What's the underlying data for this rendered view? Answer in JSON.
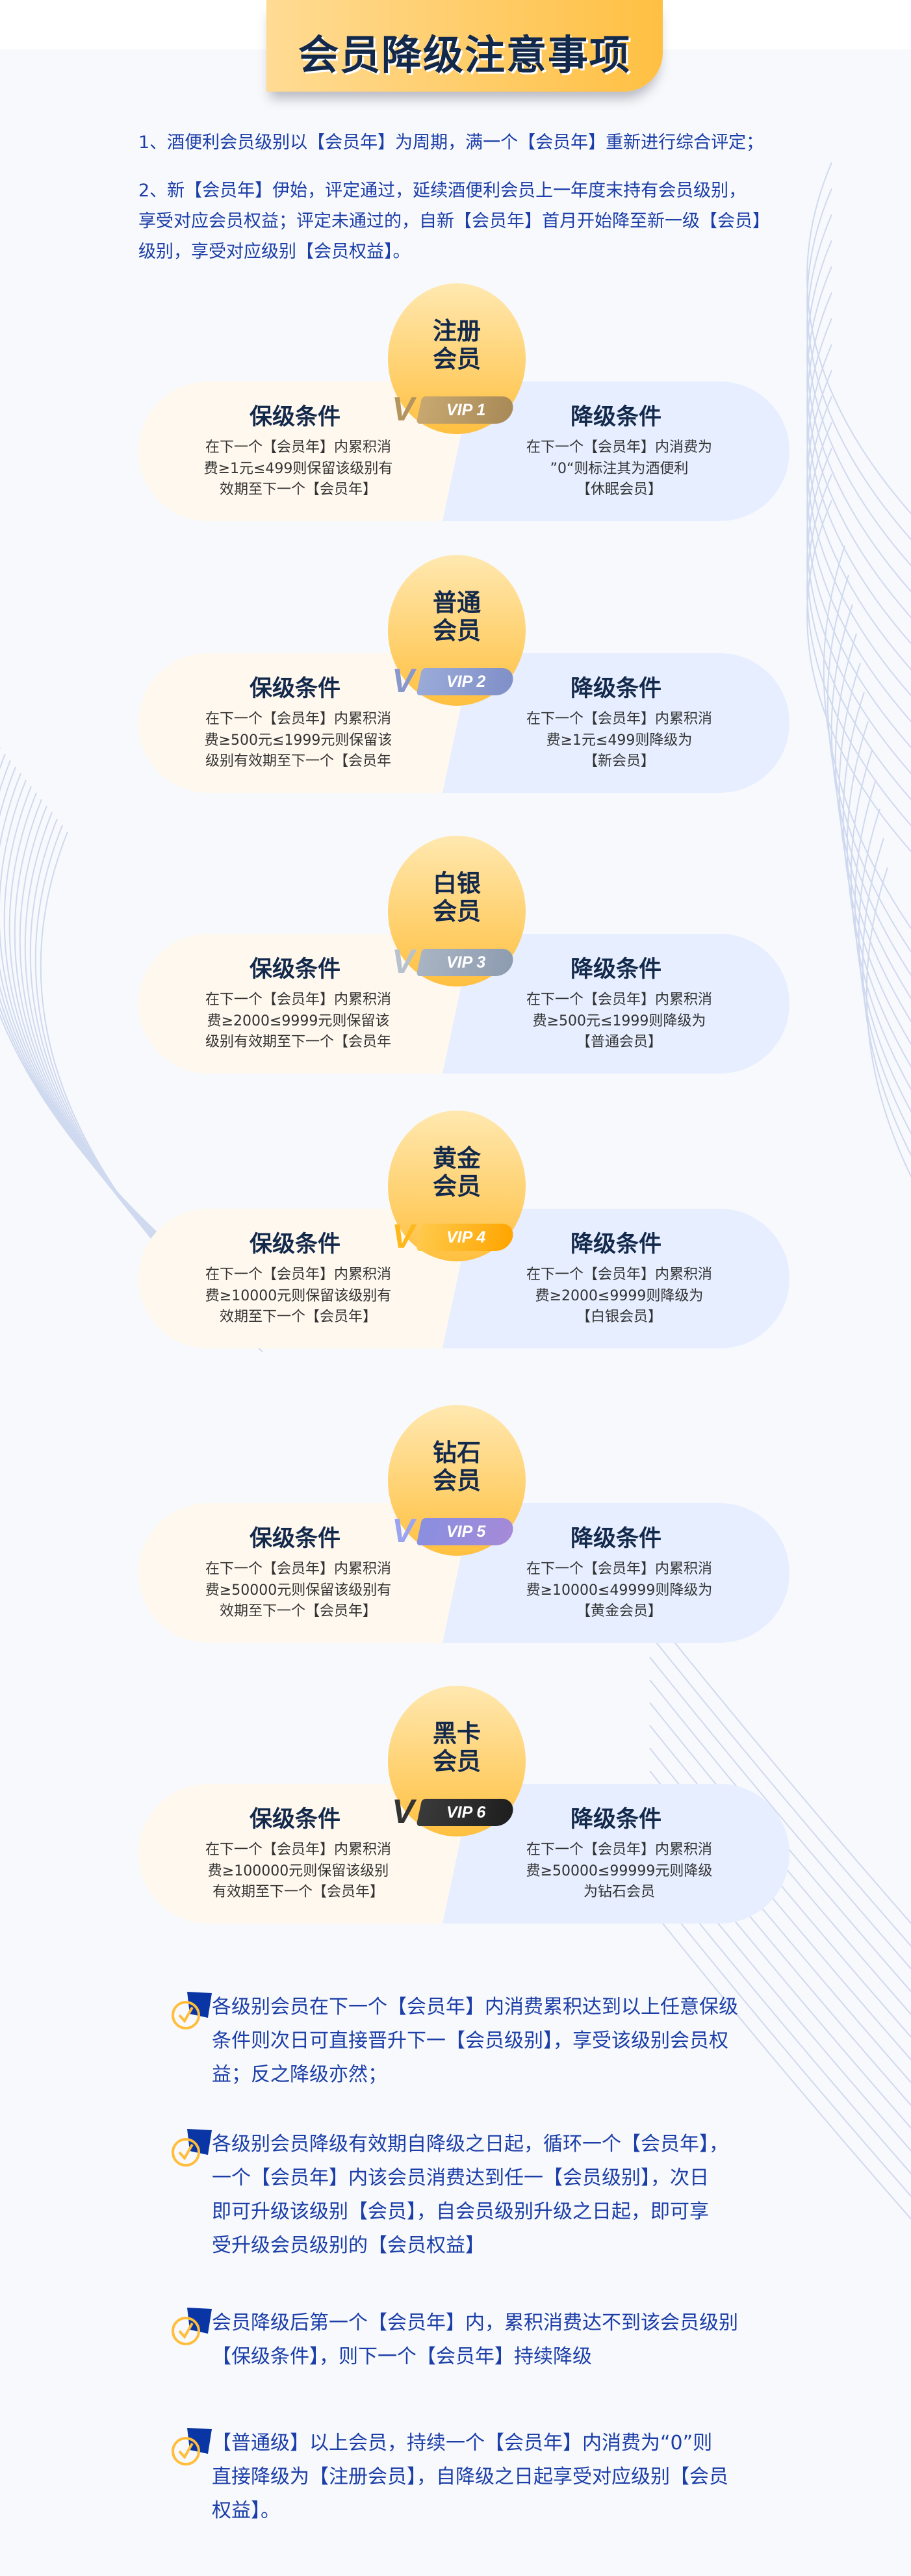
{
  "title": "会员降级注意事项",
  "intro": {
    "p1": [
      "1、酒便利会员级别以【会员年】为周期，满一个【会员年】重新进行综合评定；"
    ],
    "p2": [
      "2、新【会员年】伊始，评定通过，延续酒便利会员上一年度末持有会员级别，",
      "享受对应会员权益；评定未通过的，自新【会员年】首月开始降至新一级【会员】",
      "级别，享受对应级别【会员权益】。"
    ]
  },
  "keep_heading": "保级条件",
  "down_heading": "降级条件",
  "levels": [
    {
      "name": [
        "注册",
        "会员"
      ],
      "badge": "VIP 1",
      "keep": [
        "在下一个【会员年】内累积消",
        "费≥1元≤499则保留该级别有",
        "效期至下一个【会员年】"
      ],
      "down": [
        "在下一个【会员年】内消费为",
        "”0“则标注其为酒便利",
        "【休眠会员】"
      ]
    },
    {
      "name": [
        "普通",
        "会员"
      ],
      "badge": "VIP 2",
      "keep": [
        "在下一个【会员年】内累积消",
        "费≥500元≤1999元则保留该",
        "级别有效期至下一个【会员年"
      ],
      "down": [
        "在下一个【会员年】内累积消",
        "费≥1元≤499则降级为",
        "【新会员】"
      ]
    },
    {
      "name": [
        "白银",
        "会员"
      ],
      "badge": "VIP 3",
      "keep": [
        "在下一个【会员年】内累积消",
        "费≥2000≤9999元则保留该",
        "级别有效期至下一个【会员年"
      ],
      "down": [
        "在下一个【会员年】内累积消",
        "费≥500元≤1999则降级为",
        "【普通会员】"
      ]
    },
    {
      "name": [
        "黄金",
        "会员"
      ],
      "badge": "VIP 4",
      "keep": [
        "在下一个【会员年】内累积消",
        "费≥10000元则保留该级别有",
        "效期至下一个【会员年】"
      ],
      "down": [
        "在下一个【会员年】内累积消",
        "费≥2000≤9999则降级为",
        "【白银会员】"
      ]
    },
    {
      "name": [
        "钻石",
        "会员"
      ],
      "badge": "VIP 5",
      "keep": [
        "在下一个【会员年】内累积消",
        "费≥50000元则保留该级别有",
        "效期至下一个【会员年】"
      ],
      "down": [
        "在下一个【会员年】内累积消",
        "费≥10000≤49999则降级为",
        "【黄金会员】"
      ]
    },
    {
      "name": [
        "黑卡",
        "会员"
      ],
      "badge": "VIP 6",
      "keep": [
        "在下一个【会员年】内累积消",
        "费≥100000元则保留该级别",
        "有效期至下一个【会员年】"
      ],
      "down": [
        "在下一个【会员年】内累积消",
        "费≥50000≤99999元则降级",
        "为钻石会员"
      ]
    }
  ],
  "notes": [
    [
      "各级别会员在下一个【会员年】内消费累积达到以上任意保级",
      "条件则次日可直接晋升下一【会员级别】，享受该级别会员权",
      "益；反之降级亦然；"
    ],
    [
      "各级别会员降级有效期自降级之日起，循环一个【会员年】，",
      "一个【会员年】内该会员消费达到任一【会员级别】，次日",
      "即可升级该级别【会员】，自会员级别升级之日起，即可享",
      "受升级会员级别的【会员权益】"
    ],
    [
      "会员降级后第一个【会员年】内，累积消费达不到该会员级别",
      "【保级条件】，则下一个【会员年】持续降级"
    ],
    [
      "【普通级】以上会员，持续一个【会员年】内消费为“0”则",
      "直接降级为【注册会员】，自降级之日起享受对应级别【会员",
      "权益】。"
    ]
  ],
  "colors": {
    "accent_text": "#1b3ea8",
    "heading": "#13294b",
    "gold": "#ffc043",
    "keep_bg": "#fff8ee",
    "down_bg": "#e6eeff"
  }
}
